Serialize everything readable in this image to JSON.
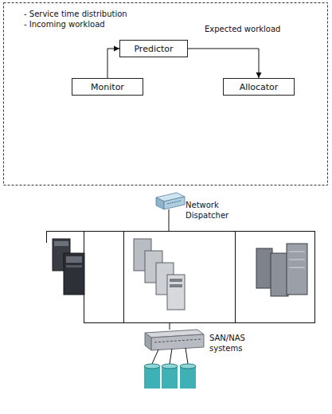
{
  "diagram": {
    "nodes": [
      {
        "text": [
          "Predictor"
        ]
      },
      {
        "text": [
          "Monitor"
        ]
      },
      {
        "text": [
          "Allocator"
        ]
      }
    ],
    "edges": [
      {
        "from": 1,
        "to": 0,
        "arrow": "to"
      },
      {
        "from": 0,
        "to": 2,
        "arrow": "to"
      }
    ],
    "labels": [
      "- Service time distribution",
      "- Incoming workload",
      "Expected workload",
      "Network Dispatcher",
      "SAN/NAS systems"
    ]
  }
}
